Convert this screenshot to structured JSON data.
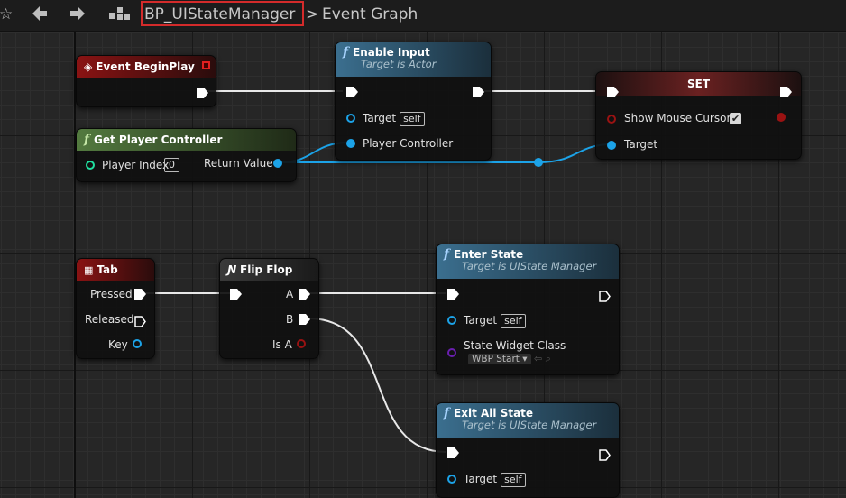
{
  "toolbar": {
    "star_icon": "star-icon",
    "back_icon": "back-arrow-icon",
    "forward_icon": "forward-arrow-icon",
    "hierarchy_icon": "hierarchy-icon",
    "blueprint_name": "BP_UIStateManager",
    "separator": ">",
    "graph_name": "Event Graph"
  },
  "nodes": {
    "begin_play": {
      "title": "Event BeginPlay"
    },
    "enable_input": {
      "title": "Enable Input",
      "subtitle": "Target is Actor",
      "target_label": "Target",
      "target_value": "self",
      "pc_label": "Player Controller"
    },
    "set": {
      "title": "SET",
      "show_mouse_label": "Show Mouse Cursor",
      "target_label": "Target"
    },
    "get_pc": {
      "title": "Get Player Controller",
      "player_index_label": "Player Index",
      "player_index_value": "0",
      "return_label": "Return Value"
    },
    "tab": {
      "title": "Tab",
      "pressed_label": "Pressed",
      "released_label": "Released",
      "key_label": "Key"
    },
    "flipflop": {
      "title": "Flip Flop",
      "a_label": "A",
      "b_label": "B",
      "is_a_label": "Is A"
    },
    "enter_state": {
      "title": "Enter State",
      "subtitle": "Target is UIState Manager",
      "target_label": "Target",
      "target_value": "self",
      "class_label": "State Widget Class",
      "class_value": "WBP Start"
    },
    "exit_state": {
      "title": "Exit All State",
      "subtitle": "Target is UIState Manager",
      "target_label": "Target",
      "target_value": "self"
    }
  },
  "colors": {
    "exec": "#ffffff",
    "object": "#1ca3e8",
    "bool": "#9a1212",
    "int": "#20e0a0",
    "class": "#6a1fb0",
    "event_header": "#8a1313",
    "function_header": "#3b6f8f",
    "pure_header": "#537a3f",
    "set_header": "#5a2121",
    "highlight": "#d42b2b"
  }
}
